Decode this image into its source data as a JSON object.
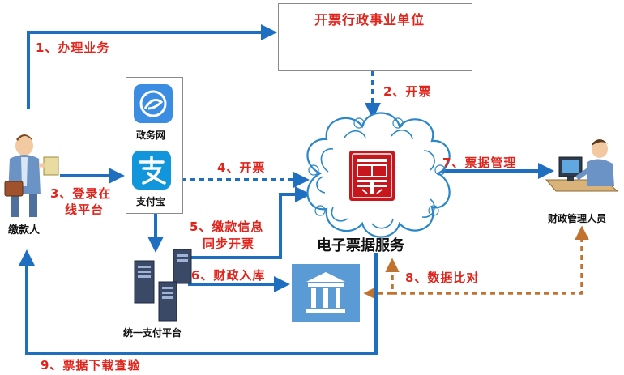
{
  "nodes": {
    "payer": "缴款人",
    "issuer_unit": "开票行政事业单位",
    "gov_app": "政务网",
    "alipay_app": "支付宝",
    "eservice": "电子票据服务",
    "finance_staff": "财政管理人员",
    "payment_platform": "统一支付平台",
    "seal_char": "票"
  },
  "steps": {
    "s1": "1、办理业务",
    "s2": "2、开票",
    "s3_line1": "3、登录在",
    "s3_line2": "线平台",
    "s4": "4、开票",
    "s5_line1": "5、缴款信息",
    "s5_line2": "同步开票",
    "s6": "6、财政入库",
    "s7": "7、票据管理",
    "s8": "8、数据比对",
    "s9": "9、票据下载查验"
  },
  "icons": {
    "unit_icons": [
      "school-building-icon",
      "hospital-icon",
      "government-building-icon"
    ],
    "treasury": "treasury-bank-icon"
  },
  "colors": {
    "arrow_blue": "#1f6fc1",
    "arrow_orange": "#c0722e",
    "label_red": "#e0241c",
    "cloud": "#2a86c8",
    "seal": "#c8161d"
  }
}
